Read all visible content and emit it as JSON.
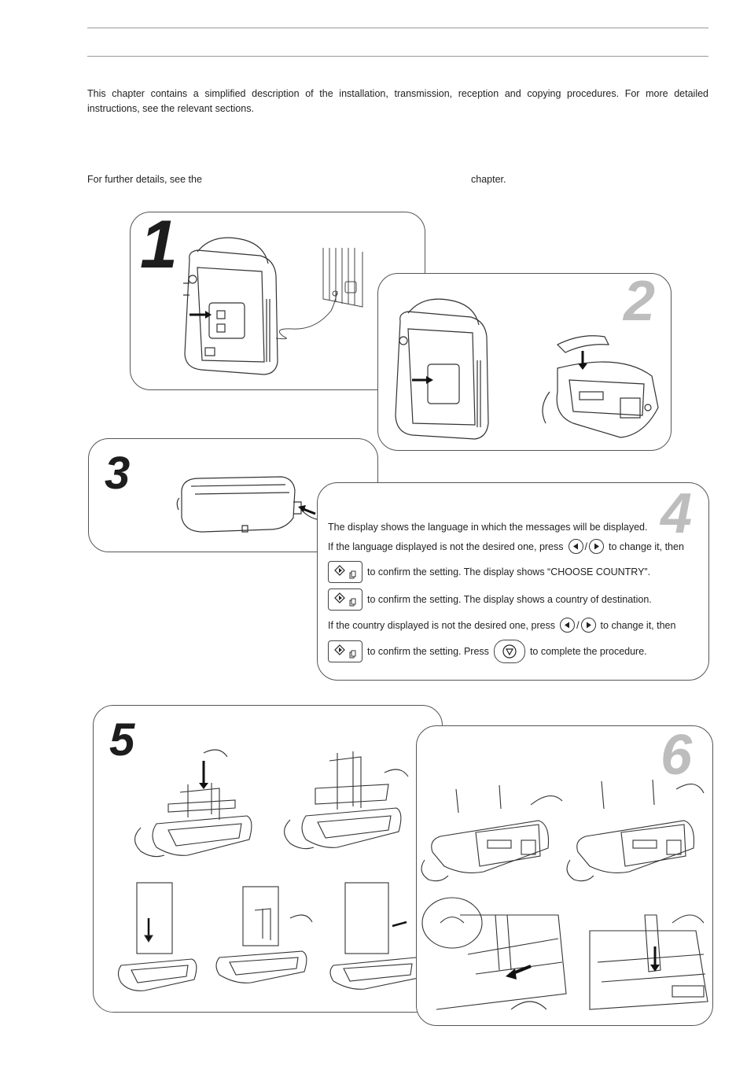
{
  "intro": {
    "text": "This chapter contains a simplified description of the installation, transmission, reception and copying procedures. For more detailed instructions, see the relevant sections."
  },
  "further": {
    "prefix": "For further details, see the",
    "suffix": "chapter."
  },
  "steps": {
    "s1": "1",
    "s2": "2",
    "s3": "3",
    "s4": "4",
    "s5": "5",
    "s6": "6"
  },
  "panel4": {
    "line1": "The display shows the language in which the messages will be displayed.",
    "line2_a": "If the language displayed is not the desired one, press",
    "slash": "/",
    "line2_b": "to change it, then",
    "line3": "to confirm the setting. The display shows “CHOOSE COUNTRY”.",
    "line4": "to confirm the setting. The display shows a country of destination.",
    "line5_a": "If the country displayed is not the desired one, press",
    "line5_b": "to change it, then",
    "line6_a": "to confirm the setting. Press",
    "line6_b": "to complete the procedure."
  },
  "icons": {
    "start_copy_key": "start-copy-key-icon",
    "left_arrow_key": "left-arrow-key-icon",
    "right_arrow_key": "right-arrow-key-icon",
    "stop_key": "stop-key-icon"
  },
  "colors": {
    "rule": "#9a9a9a",
    "step_dark": "#1d1d1d",
    "step_light": "#bdbdbd",
    "panel_border": "#555555"
  }
}
